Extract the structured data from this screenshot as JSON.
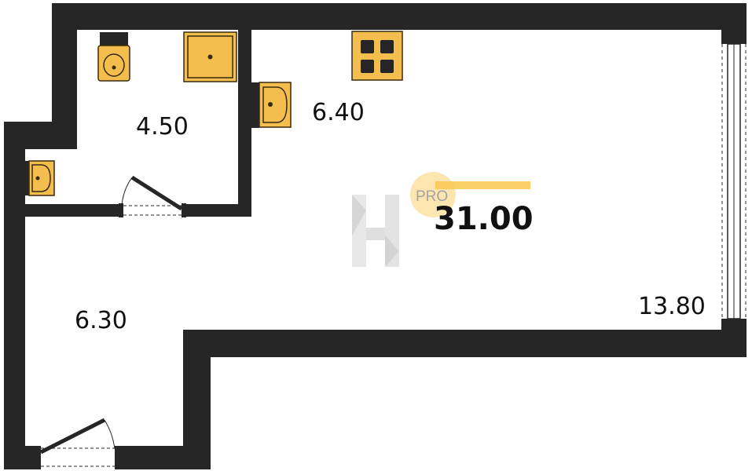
{
  "plan": {
    "total_area": "31.00",
    "rooms": [
      {
        "id": "bathroom",
        "area": "4.50"
      },
      {
        "id": "kitchen",
        "area": "6.40"
      },
      {
        "id": "hallway",
        "area": "6.30"
      },
      {
        "id": "living-room",
        "area": "13.80"
      }
    ]
  },
  "watermark": {
    "badge": "PRO",
    "logo_letter": "H"
  },
  "colors": {
    "wall": "#262626",
    "fixture_fill": "#F4BE4F",
    "fixture_stroke": "#3A2A10",
    "accent": "#F9C23C"
  }
}
